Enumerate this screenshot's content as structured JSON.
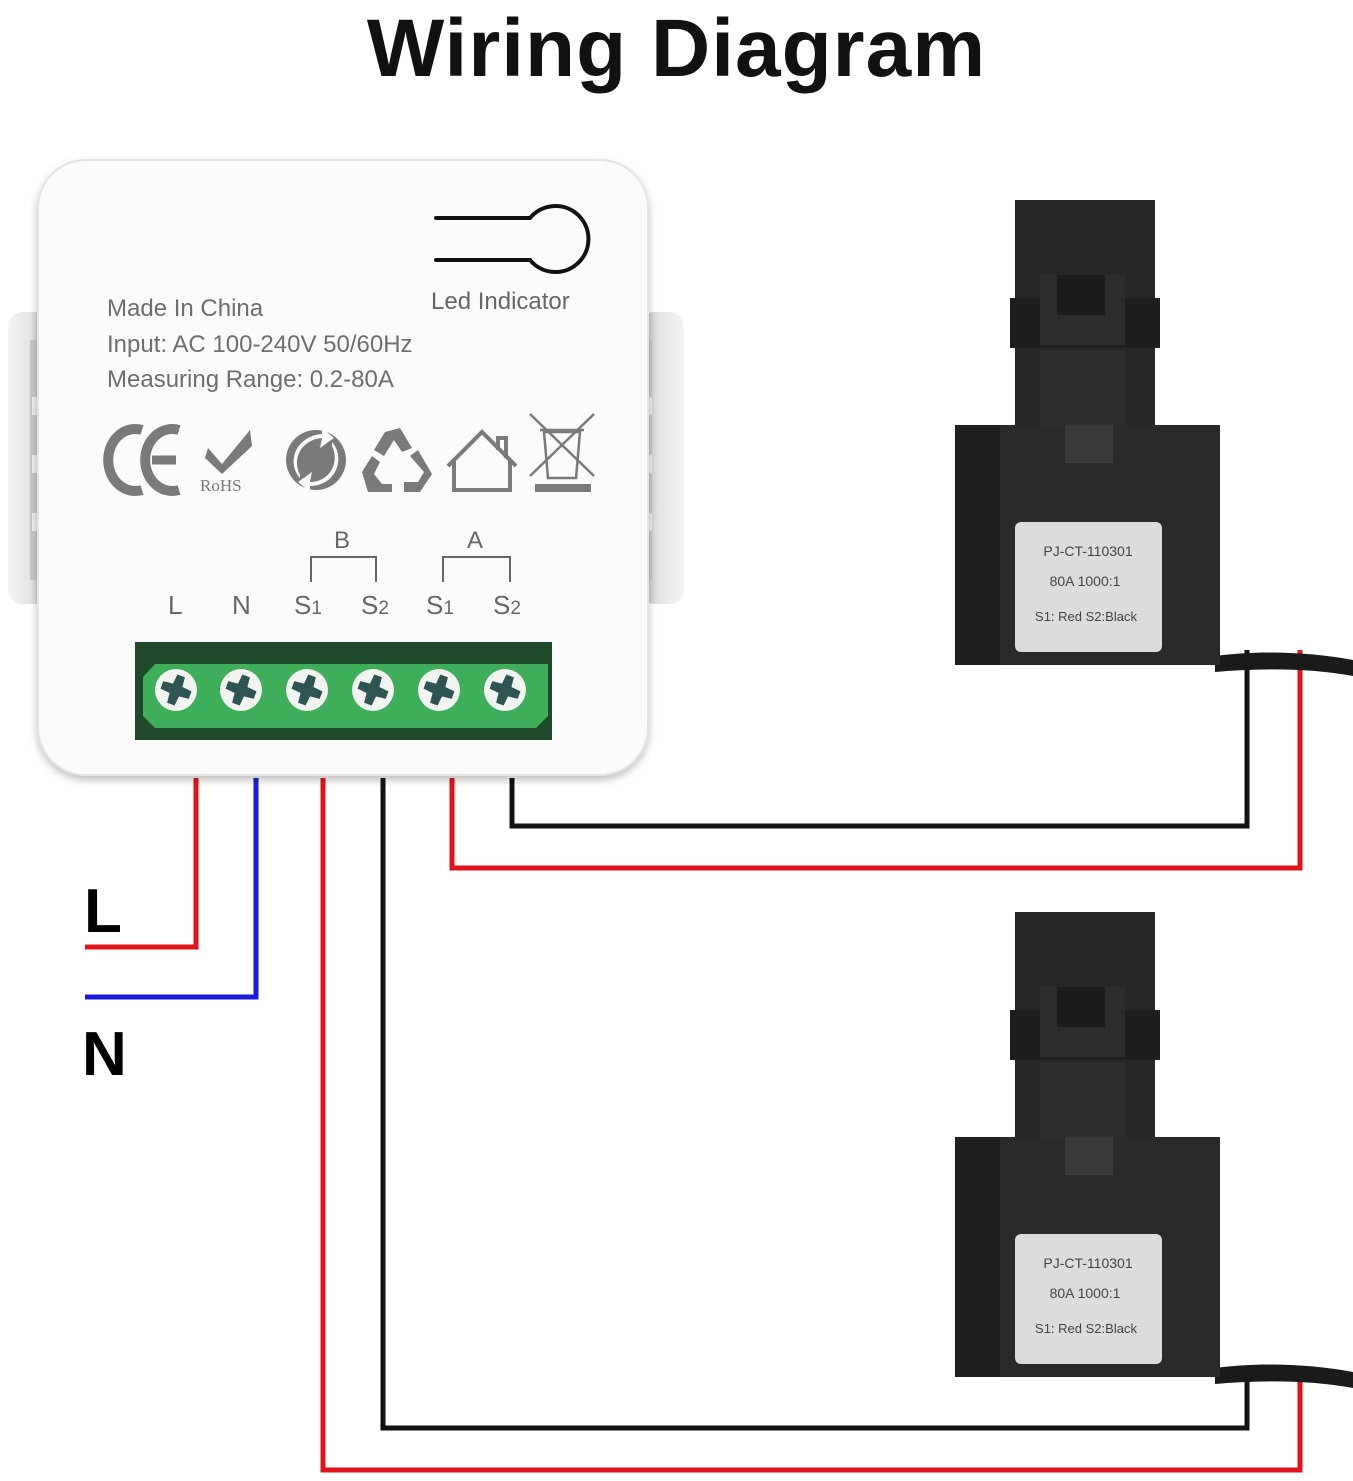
{
  "title": "Wiring Diagram",
  "module": {
    "led_label": "Led Indicator",
    "specs": [
      "Made In China",
      "Input: AC 100-240V 50/60Hz",
      "Measuring Range: 0.2-80A"
    ],
    "certifications": [
      "CE",
      "RoHS",
      "green-dot",
      "recycle",
      "indoor-use",
      "weee-bin"
    ],
    "rohs_text": "RoHS",
    "ce_text": "CE",
    "groups": [
      {
        "name": "B"
      },
      {
        "name": "A"
      }
    ],
    "terminals": [
      {
        "main": "L",
        "sub": ""
      },
      {
        "main": "N",
        "sub": ""
      },
      {
        "main": "S",
        "sub": "1"
      },
      {
        "main": "S",
        "sub": "2"
      },
      {
        "main": "S",
        "sub": "1"
      },
      {
        "main": "S",
        "sub": "2"
      }
    ]
  },
  "supply": {
    "line_label": "L",
    "neutral_label": "N"
  },
  "sensors": [
    {
      "model": "PJ-CT-110301",
      "rating": "80A 1000:1",
      "lead_s1": "S1: Red",
      "lead_s2": "S2:Black"
    },
    {
      "model": "PJ-CT-110301",
      "rating": "80A 1000:1",
      "lead_s1": "S1: Red",
      "lead_s2": "S2:Black"
    }
  ],
  "colors": {
    "live": "#e0141c",
    "neutral": "#1a1adf",
    "return": "#111111",
    "terminal_dark": "#1f4a2b",
    "terminal_light": "#3fae5a",
    "icon_gray": "#7a7a7a",
    "ct_body": "#222222"
  }
}
